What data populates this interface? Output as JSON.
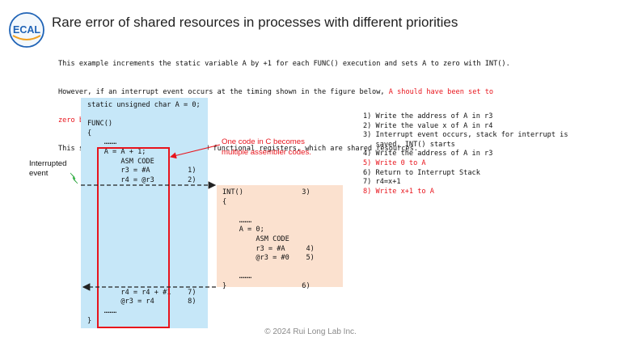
{
  "logo": {
    "text": "ECAL"
  },
  "title": "Rare error of shared resources in processes with different priorities",
  "description": [
    {
      "text": "This example increments the static variable A by +1 for each FUNC() execution and sets A to zero with INT().",
      "red": false
    },
    {
      "text": "However, if an interrupt event occurs at the timing shown in the figure below, ",
      "red": false,
      "red_tail": "A should have been set to"
    },
    {
      "text": "zero by INT(), but it is not zeroed.",
      "red": true
    },
    {
      "text": "This same phenomenon occurs with MCU functional registers, which are shared resources.",
      "red": false
    }
  ],
  "func_code": [
    "static unsigned char A = 0;",
    "",
    "FUNC()",
    "{",
    "    ………",
    "    A = A + 1;",
    "        ASM CODE",
    "        r3 = #A         1)",
    "        r4 = @r3        2)",
    "",
    "",
    "",
    "",
    "",
    "",
    "",
    "",
    "",
    "",
    "",
    "        r4 = r4 + #1    7)",
    "        @r3 = r4        8)",
    "    ………",
    "}"
  ],
  "int_code": [
    "INT()              3)",
    "{",
    "",
    "    ………",
    "    A = 0;",
    "        ASM CODE",
    "        r3 = #A     4)",
    "        @r3 = #0    5)",
    "",
    "    ………",
    "}                  6)"
  ],
  "interrupted_label": [
    "Interrupted",
    "event"
  ],
  "callout": [
    "One code in C becomes",
    "multiple assembler codes."
  ],
  "steps": [
    {
      "text": "1) Write the address of A in r3",
      "red": false
    },
    {
      "text": "2) Write the value x of A in r4",
      "red": false
    },
    {
      "text": "3) Interrupt event occurs, stack for interrupt is",
      "red": false
    },
    {
      "text": "   saved, INT() starts",
      "red": false
    },
    {
      "text": "4) Write the address of A in r3",
      "red": false
    },
    {
      "text": "5) Write 0 to A",
      "red": true
    },
    {
      "text": "6) Return to Interrupt Stack",
      "red": false
    },
    {
      "text": "7) r4=x+1",
      "red": false
    },
    {
      "text": "8) Write x+1 to A",
      "red": true
    }
  ],
  "copyright": "© 2024 Rui Long Lab Inc.",
  "colors": {
    "accent_red": "#e8141c",
    "func_panel": "#c6e7f8",
    "int_panel": "#fbe1cf",
    "logo_blue": "#1f63b6",
    "lightning": "#2ecc40"
  }
}
